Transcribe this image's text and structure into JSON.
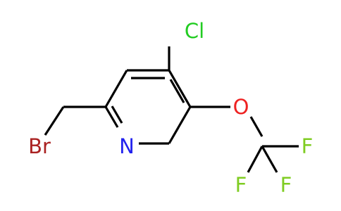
{
  "structure": {
    "atoms": {
      "chlorine": {
        "label": "Cl"
      },
      "nitrogen": {
        "label": "N"
      },
      "oxygen": {
        "label": "O"
      },
      "bromine": {
        "label": "Br"
      },
      "fluorine_1": {
        "label": "F"
      },
      "fluorine_2": {
        "label": "F"
      },
      "fluorine_3": {
        "label": "F"
      }
    },
    "colors": {
      "bond": "#000000",
      "chlorine": "#22cc22",
      "nitrogen": "#2222ee",
      "oxygen": "#ee2222",
      "bromine": "#aa2222",
      "fluorine": "#7fcc22"
    }
  }
}
